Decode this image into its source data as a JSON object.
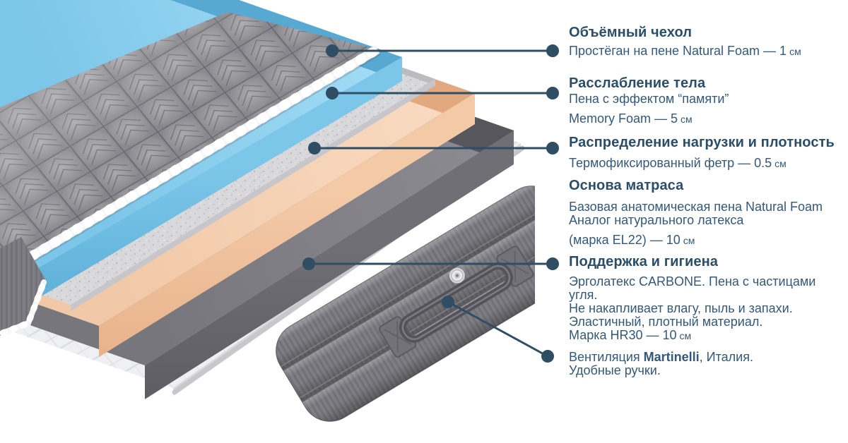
{
  "palette": {
    "connector": "#2f4e63",
    "heading_text": "#2a4e69",
    "body_text": "#33587a",
    "background": "#ffffff",
    "layer_cover": "#8e8e93",
    "layer_memory_foam": "#8ccff0",
    "layer_felt": "#d9d9dc",
    "layer_natural_foam": "#f6d2b3",
    "layer_carbone": "#77767c",
    "layer_bottom_cover": "#eff0f3",
    "layer_side_panel": "#7b7a80"
  },
  "annotations": [
    {
      "heading": "Объёмный чехол",
      "rows": [
        {
          "text": "Простёган на пене Natural Foam — 1",
          "unit": "см"
        }
      ]
    },
    {
      "heading": "Расслабление тела",
      "rows": [
        {
          "text": "Пена с эффектом “памяти”"
        },
        {
          "text": "Memory Foam — 5",
          "unit": "см"
        }
      ]
    },
    {
      "heading": "Распределение нагрузки и плотность",
      "rows": [
        {
          "text": "Термофиксированный фетр — 0.5",
          "unit": "см"
        }
      ]
    },
    {
      "heading": "Основа матраса",
      "rows": [
        {
          "text": "Базовая анатомическая пена Natural Foam"
        },
        {
          "text": "Аналог натурального латекса"
        },
        {
          "text": "(марка EL22) — 10",
          "unit": "см"
        }
      ]
    },
    {
      "heading": "Поддержка и гигиена",
      "rows": [
        {
          "text": "Эрголатекс CARBONE. Пена с частицами угля."
        },
        {
          "text": "Не накапливает влагу, пыль и запахи."
        },
        {
          "text": "Эластичный, плотный материал."
        },
        {
          "text": "Марка HR30 — 10",
          "unit": "см"
        }
      ]
    },
    {
      "heading": "",
      "rows": [
        {
          "pre": "Вентиляция ",
          "bold": "Martinelli",
          "post": ", Италия."
        },
        {
          "text": "Удобные ручки."
        }
      ]
    }
  ],
  "illustration": {
    "layers": [
      {
        "name": "quilted-cover",
        "color": "#8e8e93"
      },
      {
        "name": "memory-foam",
        "color": "#8ccff0"
      },
      {
        "name": "thermo-felt",
        "color": "#d9d9dc"
      },
      {
        "name": "natural-foam-base",
        "color": "#f6d2b3"
      },
      {
        "name": "carbone-ergolatex",
        "color": "#77767c"
      },
      {
        "name": "bottom-cover",
        "color": "#eff0f3"
      },
      {
        "name": "side-panel",
        "color": "#7b7a80"
      }
    ]
  }
}
